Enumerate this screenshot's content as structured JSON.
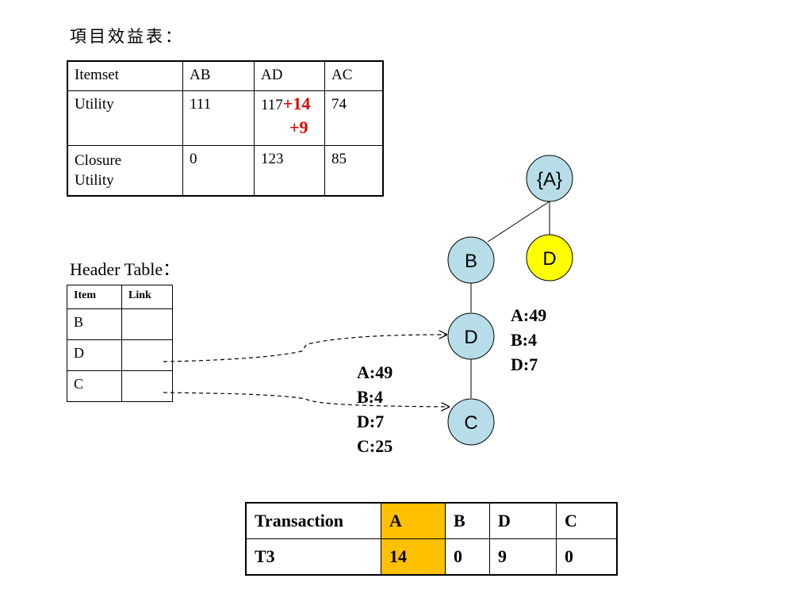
{
  "utility_title": "項目效益表：",
  "utility_table": {
    "header": [
      "Itemset",
      "AB",
      "AD",
      "AC"
    ],
    "utility_row": {
      "label": "Utility",
      "ab": "111",
      "ad": "117",
      "ad_extra_1": "+14",
      "ad_extra_2": "+9",
      "ac": "74"
    },
    "closure_row": {
      "label_1": "Closure",
      "label_2": "Utility",
      "ab": "0",
      "ad": "123",
      "ac": "85"
    }
  },
  "header_table_title": "Header Table：",
  "header_table": {
    "columns": [
      "Item",
      "Link"
    ],
    "items": [
      "B",
      "D",
      "C"
    ]
  },
  "tree": {
    "nodes": [
      {
        "id": "A",
        "label": "{A}",
        "color": "#B7DEE8"
      },
      {
        "id": "B",
        "label": "B",
        "color": "#B7DEE8"
      },
      {
        "id": "D-root",
        "label": "D",
        "color": "#FFFF00"
      },
      {
        "id": "D",
        "label": "D",
        "color": "#B7DEE8"
      },
      {
        "id": "C",
        "label": "C",
        "color": "#B7DEE8"
      }
    ],
    "node_D_values": "A:49\nB:4\nD:7",
    "node_C_values": "A:49\nB:4\nD:7\nC:25"
  },
  "transaction_table": {
    "header": [
      "Transaction",
      "A",
      "B",
      "D",
      "C"
    ],
    "row": [
      "T3",
      "14",
      "0",
      "9",
      "0"
    ],
    "highlight_color": "#FFC000"
  }
}
